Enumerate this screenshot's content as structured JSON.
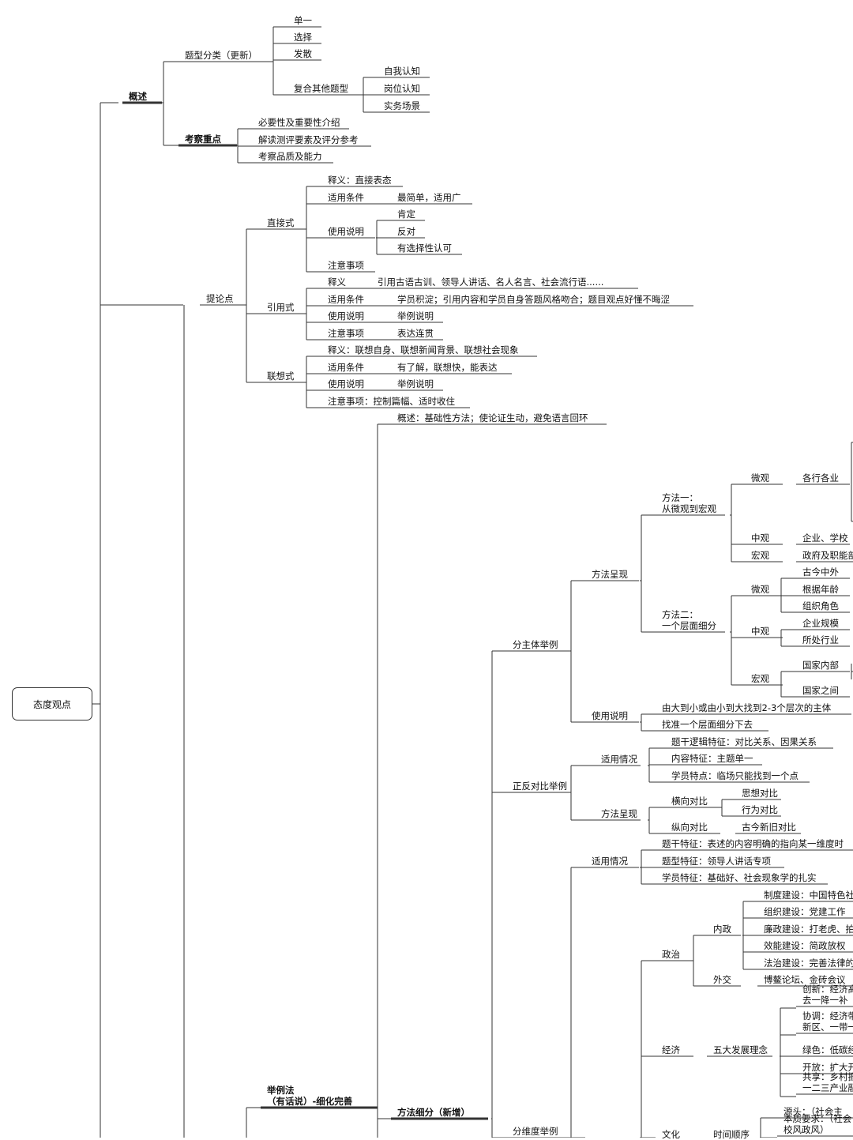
{
  "root": "态度观点",
  "nodes": {
    "gaishu": "概述",
    "tixing": "题型分类（更新）",
    "danyi": "单一",
    "xuanze": "选择",
    "fasan": "发散",
    "fuhe": "复合其他题型",
    "ziwo": "自我认知",
    "gangwei": "岗位认知",
    "shiwu": "实务场景",
    "kaocha": "考察重点",
    "biyao": "必要性及重要性介绍",
    "jiedu": "解读测评要素及评分参考",
    "pinzhi": "考察品质及能力",
    "tilun": "提论点",
    "zhijie": "直接式",
    "zj_shiyi": "释义：直接表态",
    "zj_tiaojian": "适用条件",
    "zj_tiaojian_v": "最简单，适用广",
    "zj_shuoming": "使用说明",
    "kending": "肯定",
    "fandui": "反对",
    "xuanzexing": "有选择性认可",
    "zj_zhuyi": "注意事项",
    "yinyong": "引用式",
    "yy_shiyi": "释义",
    "yy_shiyi_v": "引用古语古训、领导人讲话、名人名言、社会流行语......",
    "yy_tiaojian": "适用条件",
    "yy_tiaojian_v": "学员积淀；引用内容和学员自身答题风格吻合；题目观点好懂不晦涩",
    "yy_shuoming": "使用说明",
    "yy_shuoming_v": "举例说明",
    "yy_zhuyi": "注意事项",
    "yy_zhuyi_v": "表达连贯",
    "lianxiang": "联想式",
    "lx_shiyi": "释义：联想自身、联想新闻背景、联想社会现象",
    "lx_tiaojian": "适用条件",
    "lx_tiaojian_v": "有了解，联想快，能表达",
    "lx_shuoming": "使用说明",
    "lx_shuoming_v": "举例说明",
    "lx_zhuyi": "注意事项：控制篇幅、适时收住",
    "jlf": "举例法\n（有话说）-细化完善",
    "ff_gaishu": "概述：基础性方法；使论证生动，避免语言回环",
    "fangfaxifen": "方法细分（新增）",
    "fenzhuti": "分主体举例",
    "ffcx": "方法呈现",
    "ff1": "方法一：\n从微观到宏观",
    "weiguan1": "微观",
    "gehang": "各行各业",
    "zhongguan1": "中观",
    "qiye": "企业、学校",
    "hongguan1": "宏观",
    "zhengfu": "政府及职能部",
    "ff2": "方法二：\n一个层面细分",
    "weiguan2": "微观",
    "gujin": "古今中外",
    "nianling": "根据年龄",
    "zuzhi": "组织角色",
    "zhongguan2": "中观",
    "guimo": "企业规模",
    "hangye": "所处行业",
    "hongguan2": "宏观",
    "neibu": "国家内部",
    "zhijian": "国家之间",
    "sysm": "使用说明",
    "sysm1": "由大到小或由小到大找到2-3个层次的主体",
    "sysm2": "找准一个层面细分下去",
    "zhengfan": "正反对比举例",
    "syqk": "适用情况",
    "luoji": "题干逻辑特征：对比关系、因果关系",
    "neirong": "内容特征：主题单一",
    "xueyuan": "学员特点：临场只能找到一个点",
    "ffcx2": "方法呈现",
    "hengxiang": "横向对比",
    "sixiang": "思想对比",
    "xingwei": "行为对比",
    "zongxiang": "纵向对比",
    "gujinxin": "古今新旧对比",
    "fenweidu": "分维度举例",
    "syqk2": "适用情况",
    "tigan": "题干特征：表述的内容明确的指向某一维度时",
    "tixingtz": "题型特征：领导人讲话专项",
    "xueyuantz": "学员特征：基础好、社会现象学的扎实",
    "zhengzhi": "政治",
    "neizheng": "内政",
    "zhidu": "制度建设：中国特色社",
    "zuzhijs": "组织建设：党建工作",
    "lianzheng": "廉政建设：打老虎、拍",
    "xiaoneng": "效能建设：简政放权",
    "fazhi": "法治建设：完善法律的",
    "waijiao": "外交",
    "boao": "博鳌论坛、金砖会议",
    "jingji": "经济",
    "wuda": "五大发展理念",
    "chuangxin": "创新：经济高\n去一降一补",
    "xietiao": "协调：经济带\n新区、一带一",
    "lvse": "绿色：低碳经",
    "kaifang": "开放：扩大开",
    "gongxiang": "共享：乡村振\n一二三产业融",
    "wenhua": "文化",
    "shijian": "时间顺序",
    "yuantou": "源头：（社会主",
    "benzhi": "本质要求：（社会\n校风政风）"
  }
}
